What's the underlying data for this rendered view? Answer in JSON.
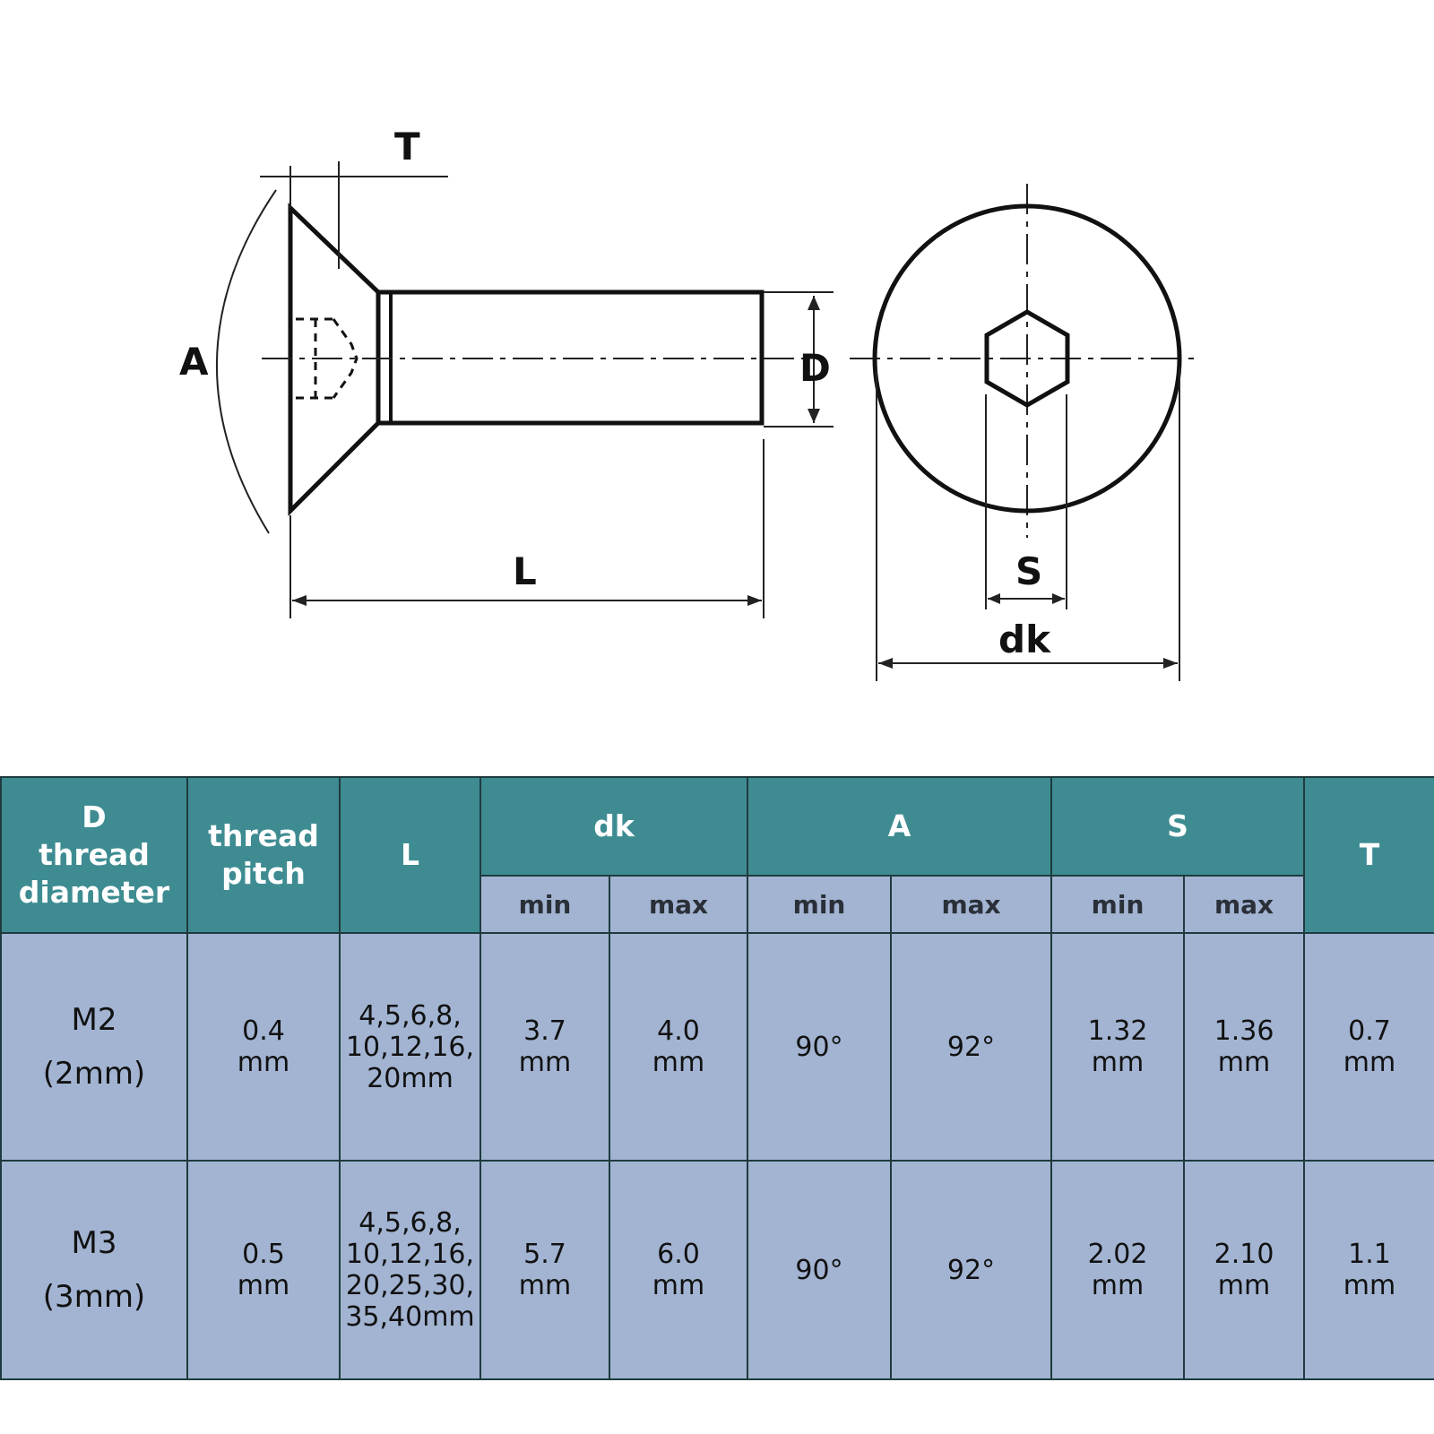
{
  "diagram": {
    "labels": {
      "t": "T",
      "a": "A",
      "d": "D",
      "l": "L",
      "s": "S",
      "dk": "dk"
    }
  },
  "table": {
    "headers": {
      "d_lines": [
        "D",
        "thread",
        "diameter"
      ],
      "pitch_lines": [
        "thread",
        "pitch"
      ],
      "l": "L",
      "dk": "dk",
      "a": "A",
      "s": "S",
      "t": "T",
      "min": "min",
      "max": "max"
    },
    "rows": [
      {
        "size": [
          "M2",
          "(2mm)"
        ],
        "pitch": [
          "0.4",
          "mm"
        ],
        "lengths": [
          "4,5,6,8,",
          "10,12,16,",
          "20mm"
        ],
        "dk_min": [
          "3.7",
          "mm"
        ],
        "dk_max": [
          "4.0",
          "mm"
        ],
        "a_min": "90°",
        "a_max": "92°",
        "s_min": [
          "1.32",
          "mm"
        ],
        "s_max": [
          "1.36",
          "mm"
        ],
        "t": [
          "0.7",
          "mm"
        ]
      },
      {
        "size": [
          "M3",
          "(3mm)"
        ],
        "pitch": [
          "0.5",
          "mm"
        ],
        "lengths": [
          "4,5,6,8,",
          "10,12,16,",
          "20,25,30,",
          "35,40mm"
        ],
        "dk_min": [
          "5.7",
          "mm"
        ],
        "dk_max": [
          "6.0",
          "mm"
        ],
        "a_min": "90°",
        "a_max": "92°",
        "s_min": [
          "2.02",
          "mm"
        ],
        "s_max": [
          "2.10",
          "mm"
        ],
        "t": [
          "1.1",
          "mm"
        ]
      }
    ]
  }
}
